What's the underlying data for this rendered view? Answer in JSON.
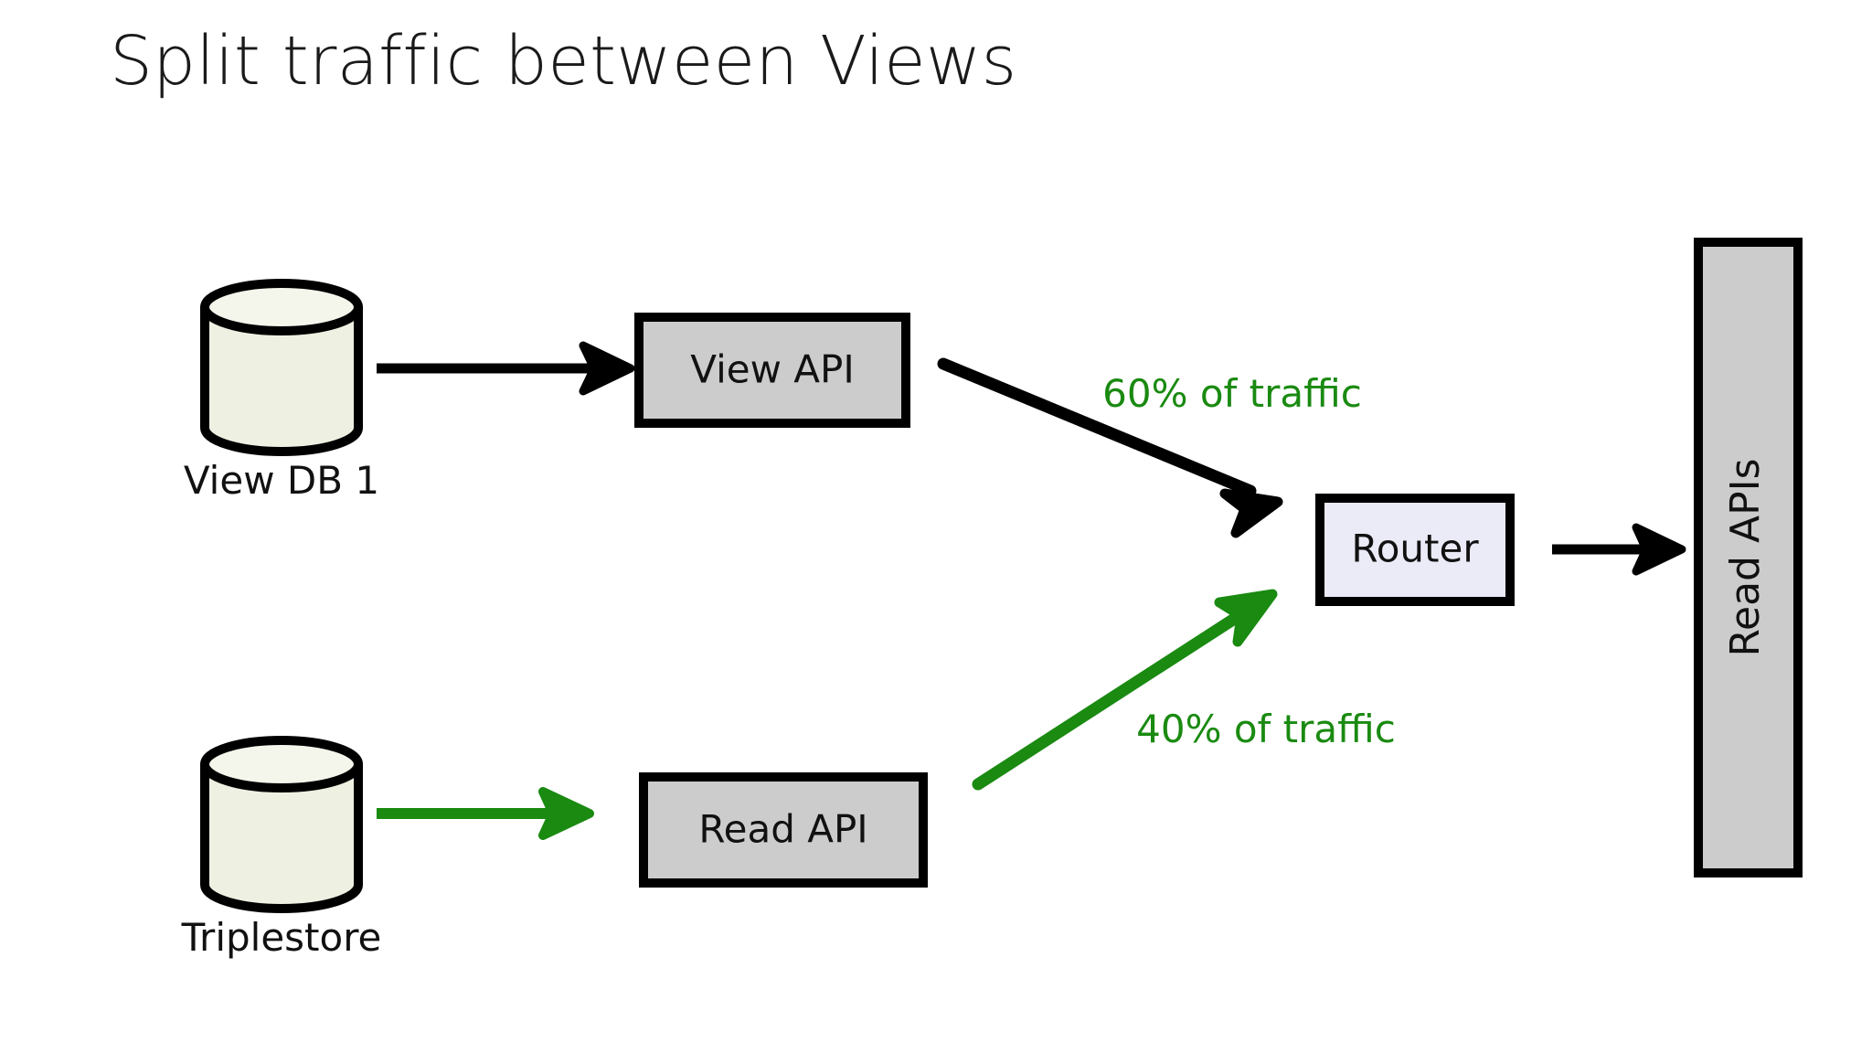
{
  "title": "Split traffic between Views",
  "colors": {
    "background": "#ffffff",
    "stroke_black": "#000000",
    "green": "#1a8a11",
    "db_fill": "#eef0e2",
    "api_box_fill": "#cccccc",
    "router_fill": "#ebeaf7",
    "text": "#111111"
  },
  "nodes": {
    "view_db": {
      "label": "View DB 1",
      "shape": "cylinder",
      "fill": "#eef0e2"
    },
    "triplestore": {
      "label": "Triplestore",
      "shape": "cylinder",
      "fill": "#eef0e2"
    },
    "view_api": {
      "label": "View API",
      "shape": "rectangle",
      "fill": "#cccccc"
    },
    "read_api": {
      "label": "Read API",
      "shape": "rectangle",
      "fill": "#cccccc"
    },
    "router": {
      "label": "Router",
      "shape": "rectangle",
      "fill": "#ebeaf7"
    },
    "read_apis_bar": {
      "label": "Read APIs",
      "shape": "vertical-bar",
      "fill": "#cccccc",
      "orientation": "vertical-bottom-up"
    }
  },
  "edges": [
    {
      "id": "viewdb-to-viewapi",
      "from": "view_db",
      "to": "view_api",
      "label": "",
      "color": "#000000",
      "style": "straight-horizontal"
    },
    {
      "id": "viewapi-to-router",
      "from": "view_api",
      "to": "router",
      "label": "60% of traffic",
      "color": "#000000",
      "style": "diagonal-down"
    },
    {
      "id": "triplestore-to-readapi",
      "from": "triplestore",
      "to": "read_api",
      "label": "",
      "color": "#1a8a11",
      "style": "straight-horizontal"
    },
    {
      "id": "readapi-to-router",
      "from": "read_api",
      "to": "router",
      "label": "40% of traffic",
      "color": "#1a8a11",
      "style": "diagonal-up"
    },
    {
      "id": "router-to-readapis",
      "from": "router",
      "to": "read_apis_bar",
      "label": "",
      "color": "#000000",
      "style": "straight-horizontal"
    }
  ],
  "edge_labels": {
    "sixty": "60% of traffic",
    "forty": "40% of traffic"
  }
}
